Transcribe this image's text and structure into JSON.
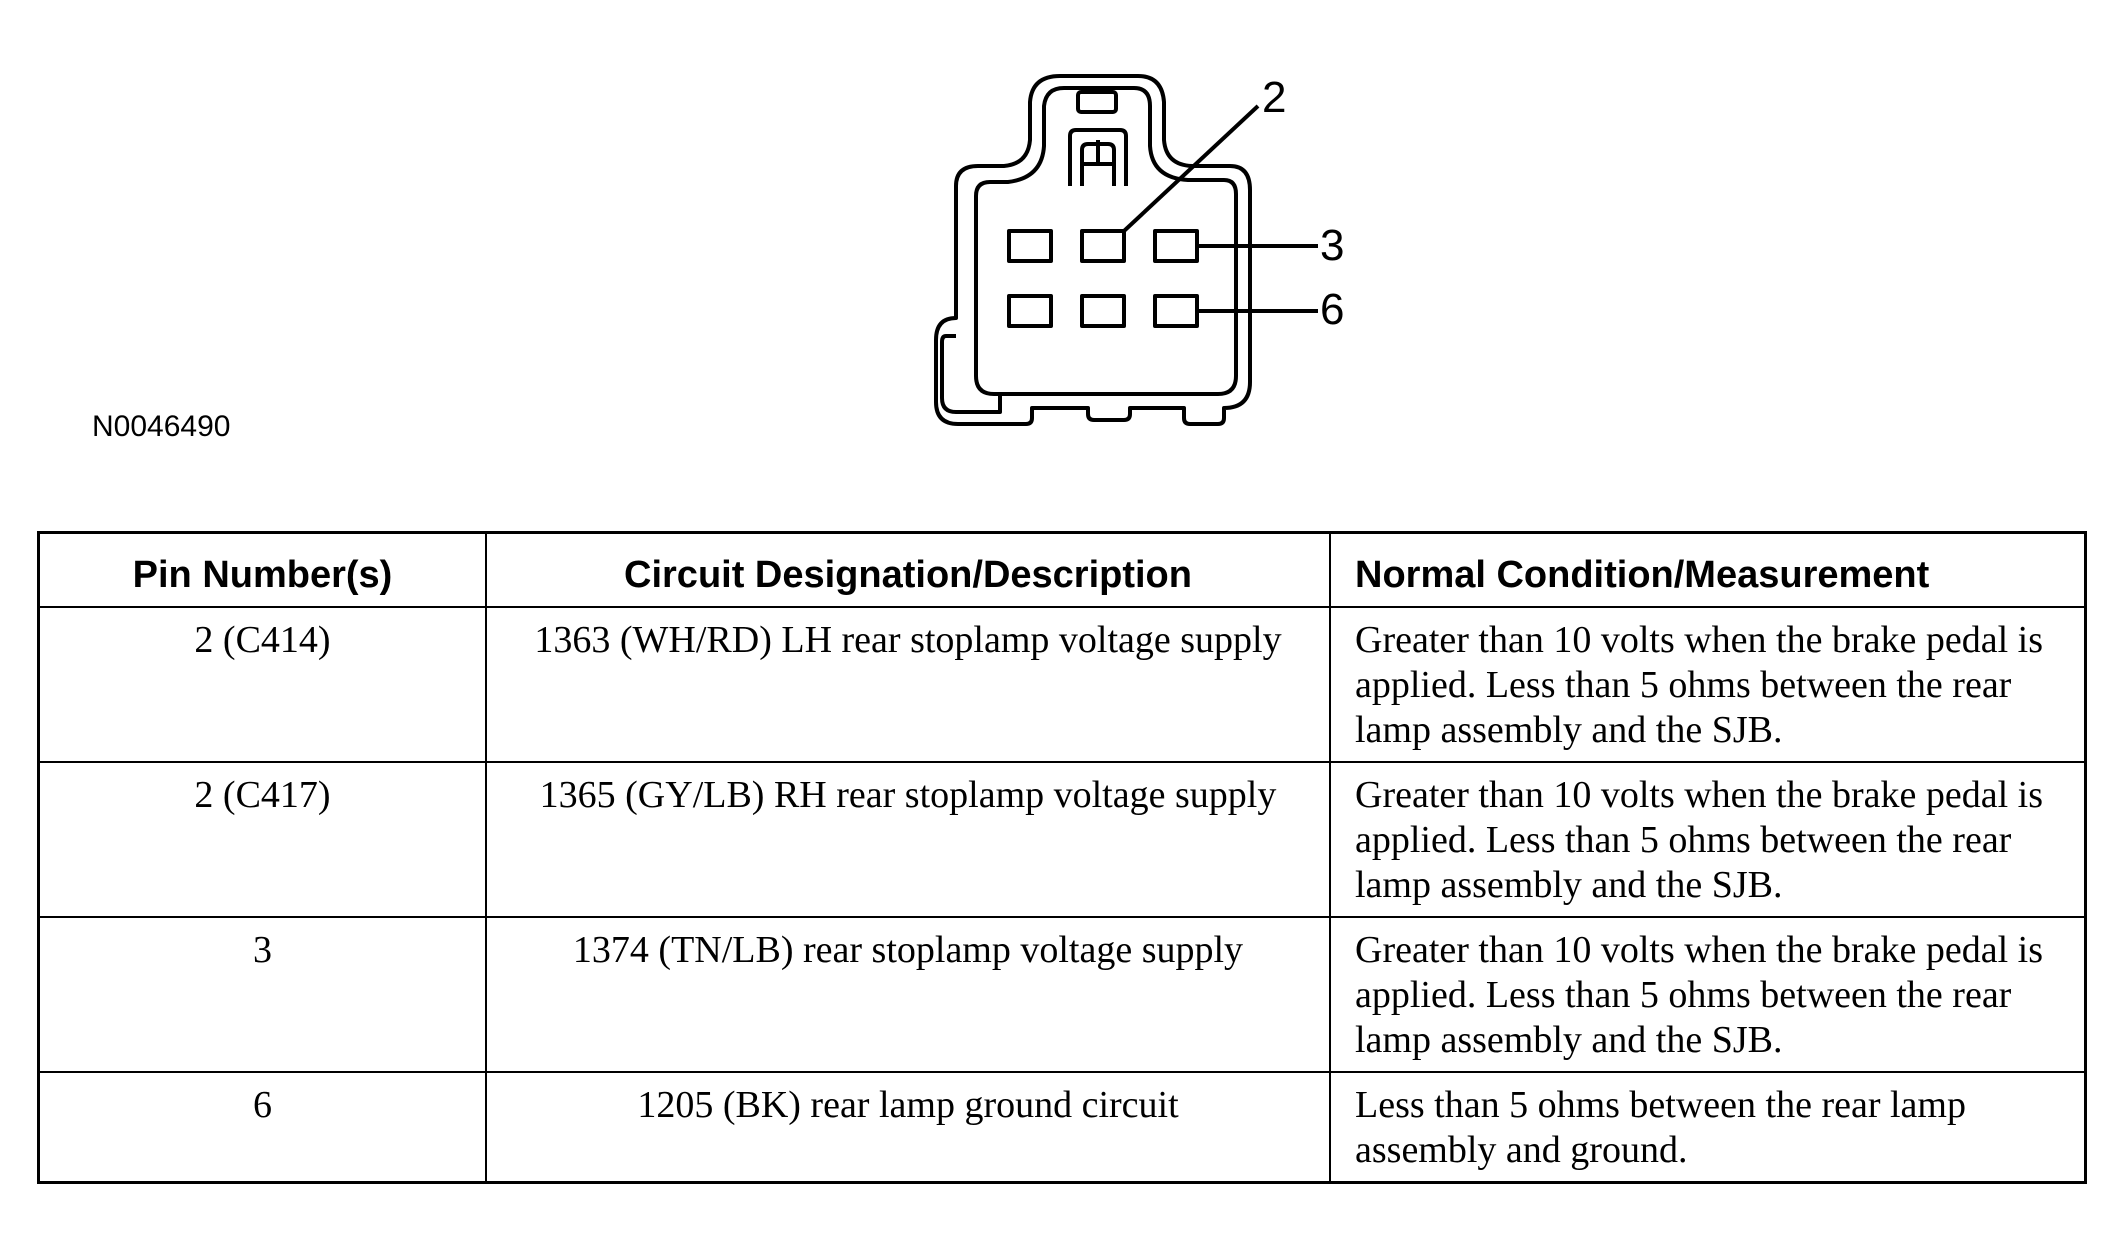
{
  "diagram": {
    "figure_id": "N0046490",
    "callouts": {
      "pin_2": "2",
      "pin_3": "3",
      "pin_6": "6"
    }
  },
  "table": {
    "headers": {
      "pin": "Pin Number(s)",
      "circuit": "Circuit Designation/Description",
      "condition": "Normal Condition/Measurement"
    },
    "rows": [
      {
        "pin": "2 (C414)",
        "circuit": "1363 (WH/RD) LH rear stoplamp voltage supply",
        "condition": "Greater than 10 volts when the brake pedal is applied. Less than 5 ohms between the rear lamp assembly and the SJB."
      },
      {
        "pin": "2 (C417)",
        "circuit": "1365 (GY/LB) RH rear stoplamp voltage supply",
        "condition": "Greater than 10 volts when the brake pedal is applied. Less than 5 ohms between the rear lamp assembly and the SJB."
      },
      {
        "pin": "3",
        "circuit": "1374 (TN/LB) rear stoplamp voltage supply",
        "condition": "Greater than 10 volts when the brake pedal is applied. Less than 5 ohms between the rear lamp assembly and the SJB."
      },
      {
        "pin": "6",
        "circuit": "1205 (BK) rear lamp ground circuit",
        "condition": "Less than 5 ohms between the rear lamp assembly and ground."
      }
    ]
  }
}
